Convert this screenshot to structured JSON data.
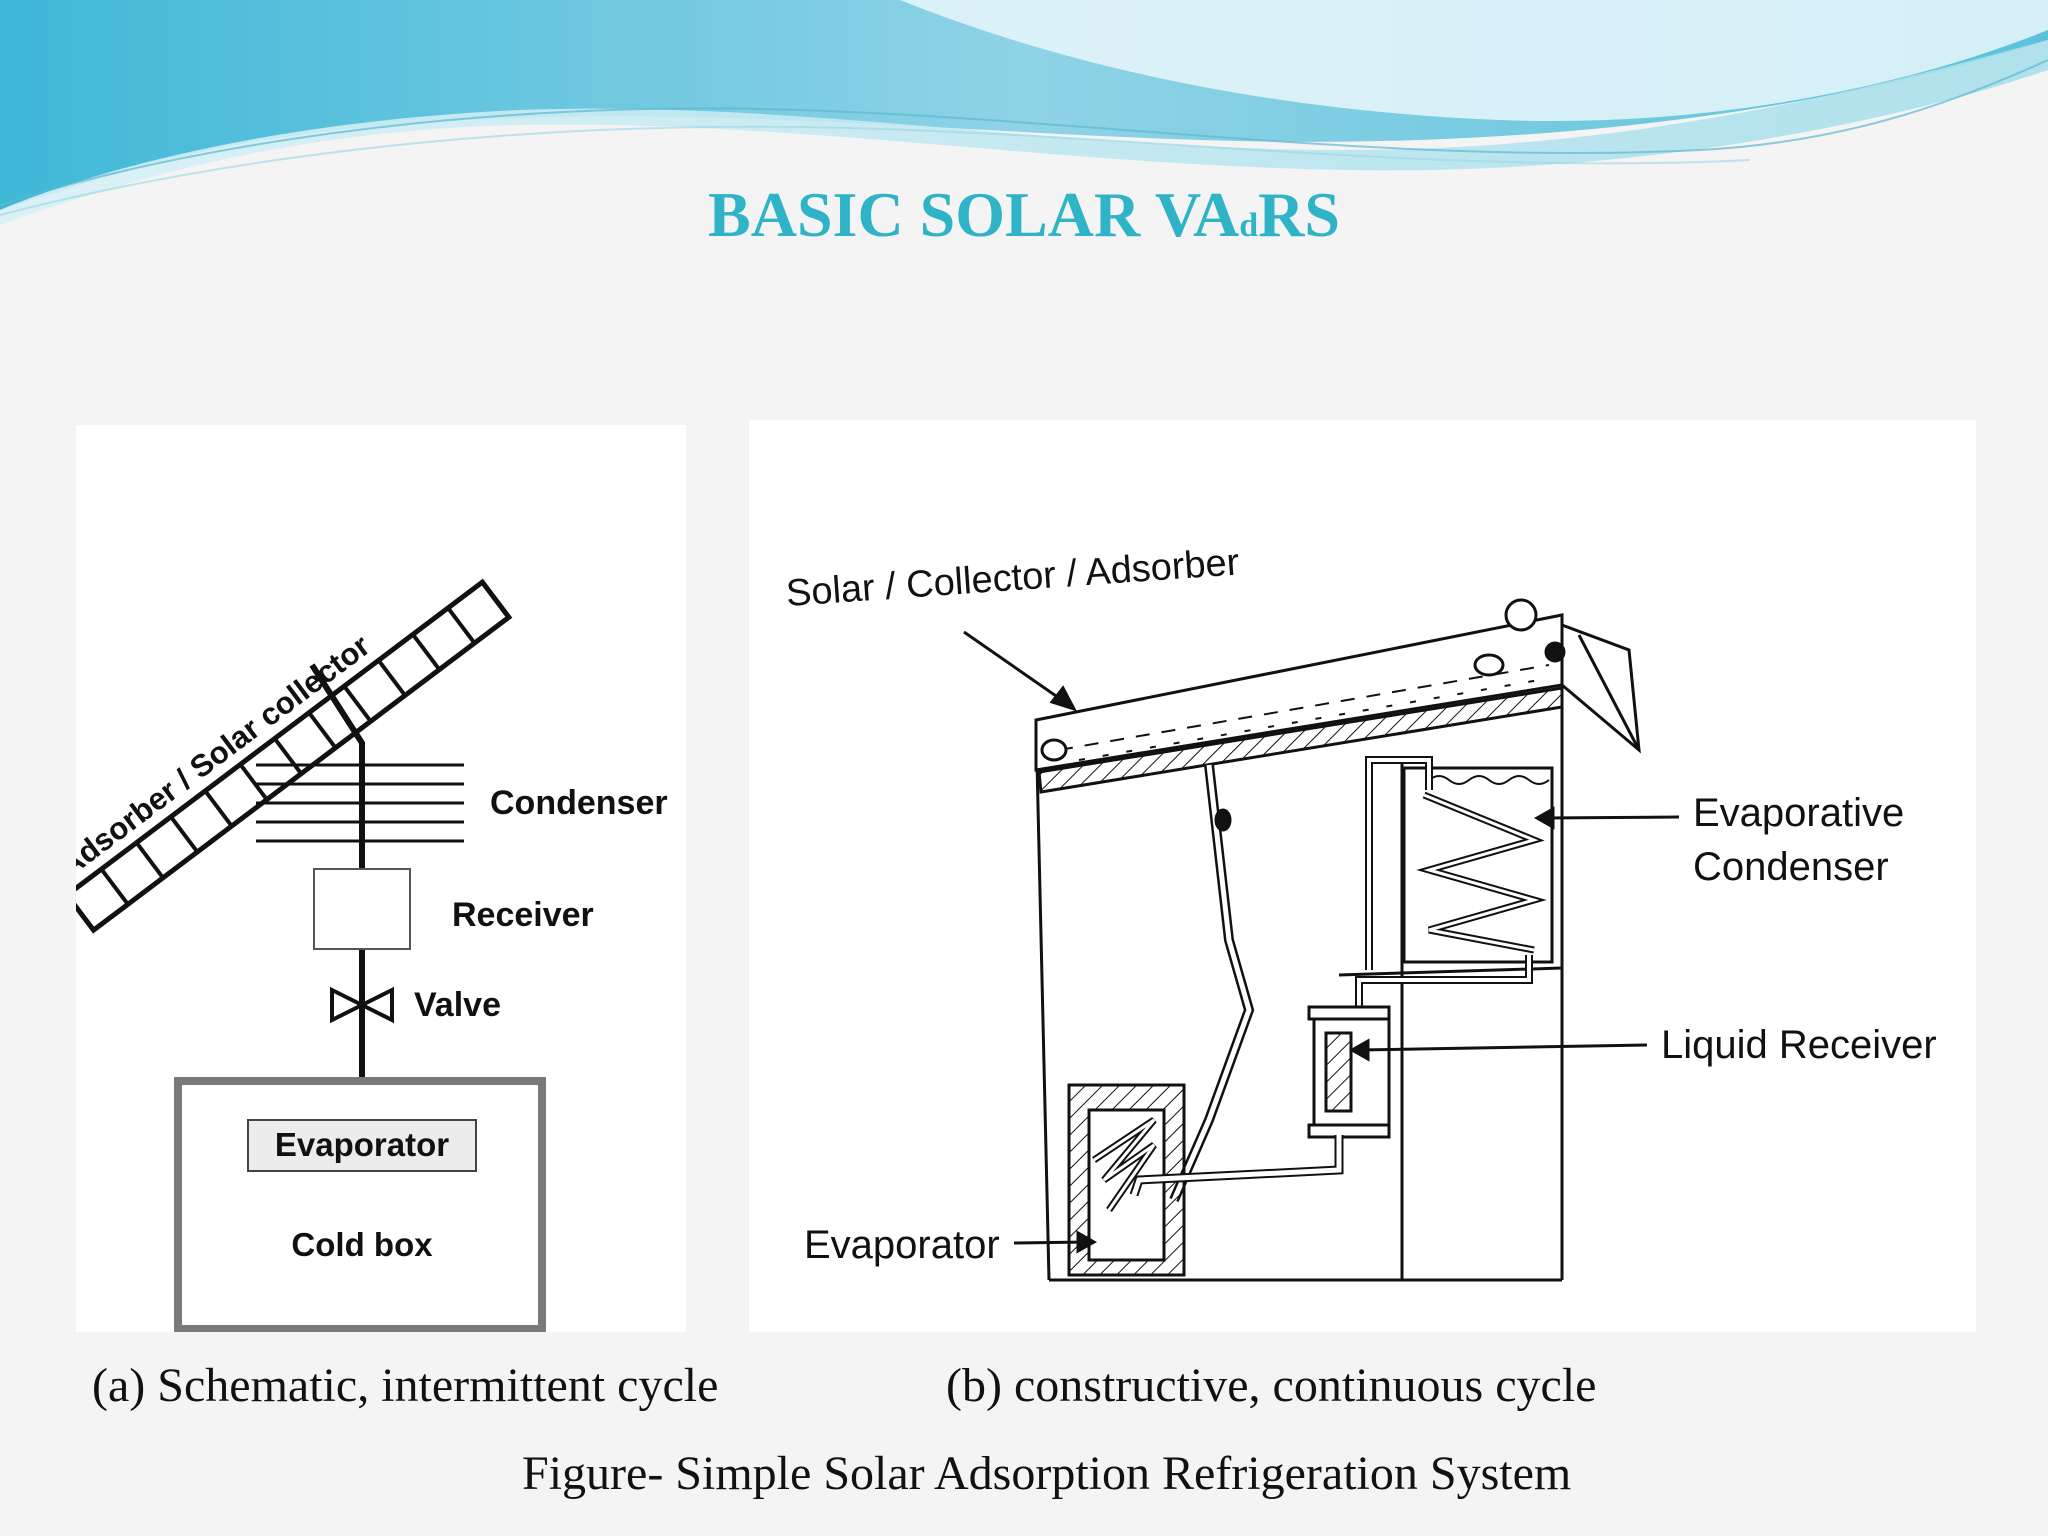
{
  "title": {
    "main": "BASIC SOLAR VA",
    "sub": "d",
    "end": "RS"
  },
  "figure_a": {
    "collector_label": "Adsorber / Solar collector",
    "condenser_label": "Condenser",
    "receiver_label": "Receiver",
    "valve_label": "Valve",
    "evaporator_label": "Evaporator",
    "cold_box_label": "Cold box",
    "caption": "(a) Schematic, intermittent cycle"
  },
  "figure_b": {
    "collector_label": "Solar / Collector / Adsorber",
    "evap_condenser_line1": "Evaporative",
    "evap_condenser_line2": "Condenser",
    "liquid_receiver_label": "Liquid Receiver",
    "evaporator_label": "Evaporator",
    "caption": "(b) constructive, continuous cycle"
  },
  "figure_caption": "Figure- Simple Solar Adsorption Refrigeration System",
  "colors": {
    "title": "#2fb3c6",
    "banner_dark": "#3aa9cf",
    "banner_light": "#bfe6ef"
  }
}
